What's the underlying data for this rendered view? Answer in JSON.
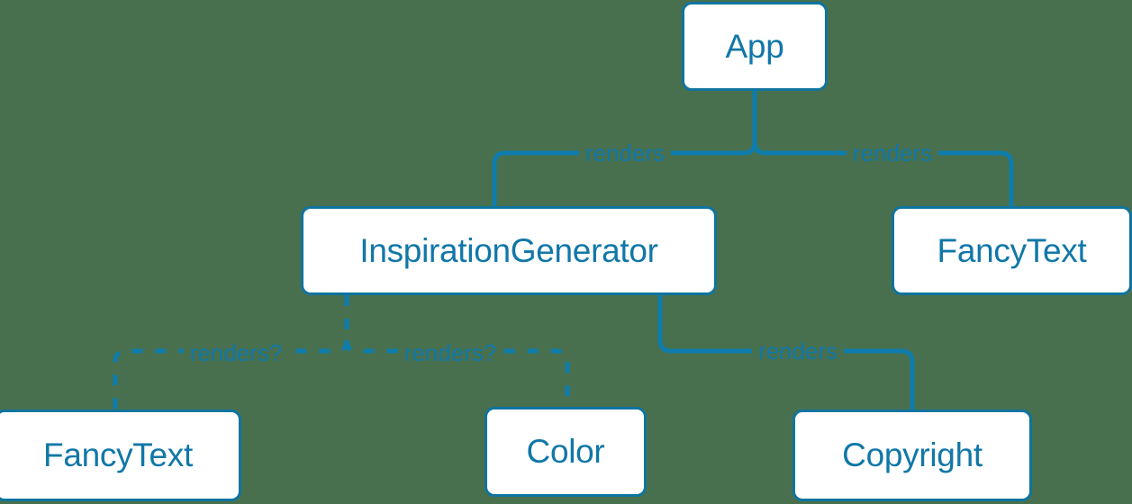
{
  "diagram": {
    "type": "component-tree",
    "background_color": "#48704E",
    "node_fill": "#FFFFFF",
    "node_border_color": "#0E74A0",
    "text_color": "#1177A8",
    "edge_color": "#0E7DAD",
    "nodes": [
      {
        "id": "app",
        "label": "App"
      },
      {
        "id": "inspiration",
        "label": "InspirationGenerator"
      },
      {
        "id": "fancytext_top",
        "label": "FancyText"
      },
      {
        "id": "fancytext_bot",
        "label": "FancyText"
      },
      {
        "id": "color",
        "label": "Color"
      },
      {
        "id": "copyright",
        "label": "Copyright"
      }
    ],
    "edges": [
      {
        "from": "app",
        "to": "inspiration",
        "label": "renders",
        "style": "solid"
      },
      {
        "from": "app",
        "to": "fancytext_top",
        "label": "renders",
        "style": "solid"
      },
      {
        "from": "inspiration",
        "to": "fancytext_bot",
        "label": "renders?",
        "style": "dashed"
      },
      {
        "from": "inspiration",
        "to": "color",
        "label": "renders?",
        "style": "dashed"
      },
      {
        "from": "inspiration",
        "to": "copyright",
        "label": "renders",
        "style": "solid"
      }
    ]
  }
}
